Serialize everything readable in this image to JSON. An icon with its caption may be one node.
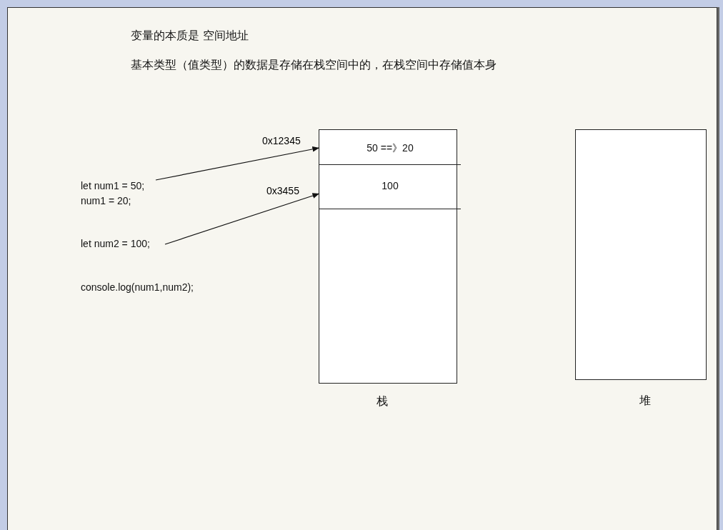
{
  "diagram": {
    "nodes": [
      {
        "text": [],
        "shape": "box",
        "beside": [
          "栈"
        ]
      },
      {
        "text": [
          "50 ==》20"
        ],
        "in": 0
      },
      {
        "text": [
          "100"
        ],
        "in": 0
      },
      {
        "text": [],
        "shape": "box",
        "beside": [
          "堆"
        ]
      },
      {
        "text": [
          "let num1 = 50;",
          "num1 = 20;"
        ]
      },
      {
        "text": [
          "let num2 = 100;"
        ]
      }
    ],
    "edges": [
      {
        "from": 4,
        "to": 1,
        "arrow": "to",
        "label": "0x12345"
      },
      {
        "from": 5,
        "to": 2,
        "arrow": "to",
        "label": "0x3455"
      }
    ],
    "labels": [
      "变量的本质是 空间地址",
      "基本类型（值类型）的数据是存储在栈空间中的，在栈空间中存储值本身",
      "console.log(num1,num2);"
    ]
  }
}
